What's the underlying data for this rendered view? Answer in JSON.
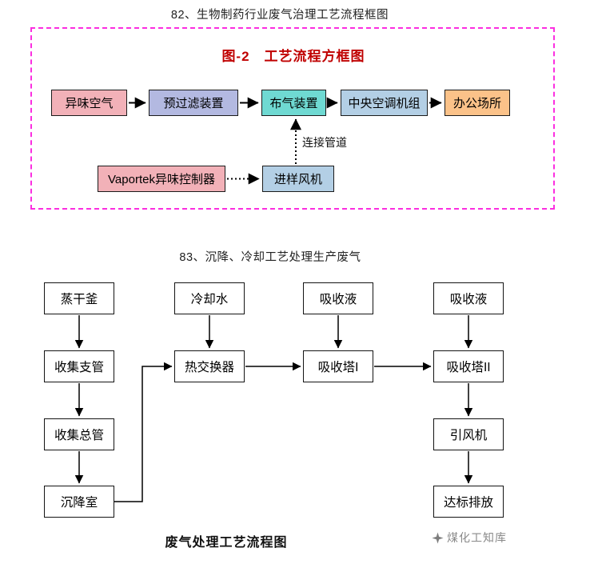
{
  "page": {
    "section82_title": "82、生物制药行业废气治理工艺流程框图",
    "section83_title": "83、沉降、冷却工艺处理生产废气",
    "section83_caption": "废气处理工艺流程图",
    "watermark_text": "煤化工知库"
  },
  "diagram82": {
    "frame_title": "图-2　工艺流程方框图",
    "nodes": {
      "odor_air": "异味空气",
      "prefilter": "预过滤装置",
      "gas_distributor": "布气装置",
      "central_ac": "中央空调机组",
      "office": "办公场所",
      "vaportek_controller": "Vaportek异味控制器",
      "sampling_fan": "进样风机"
    },
    "pipe_label": "连接管道",
    "edges": [
      "异味空气 → 预过滤装置",
      "预过滤装置 → 布气装置",
      "布气装置 → 中央空调机组",
      "中央空调机组 → 办公场所",
      "Vaportek异味控制器 ⇢ 进样风机 (dotted)",
      "进样风机 ⇢ 布气装置 (dotted, 连接管道)"
    ],
    "colors": {
      "frame_border": "#fb2ee0",
      "title_text": "#c00000",
      "pink": "#f2b1b8",
      "periwinkle": "#b3b9e1",
      "teal": "#6fd9d2",
      "lightblue": "#b3cfe5",
      "orange": "#fbc289"
    }
  },
  "diagram83": {
    "nodes": {
      "evaporator": "蒸干釜",
      "cooling_water": "冷却水",
      "absorb_liquid_1": "吸收液",
      "absorb_liquid_2": "吸收液",
      "collect_branch": "收集支管",
      "heat_exchanger": "热交换器",
      "absorb_tower_1": "吸收塔I",
      "absorb_tower_2": "吸收塔II",
      "collect_main": "收集总管",
      "induced_fan": "引风机",
      "settling_chamber": "沉降室",
      "discharge": "达标排放"
    },
    "edges": [
      "蒸干釜 → 收集支管",
      "收集支管 → 收集总管",
      "收集总管 → 沉降室",
      "沉降室 → 热交换器 (elbow)",
      "冷却水 → 热交换器",
      "热交换器 → 吸收塔I",
      "吸收液 → 吸收塔I",
      "吸收塔I → 吸收塔II",
      "吸收液 → 吸收塔II",
      "吸收塔II → 引风机",
      "引风机 → 达标排放"
    ]
  }
}
